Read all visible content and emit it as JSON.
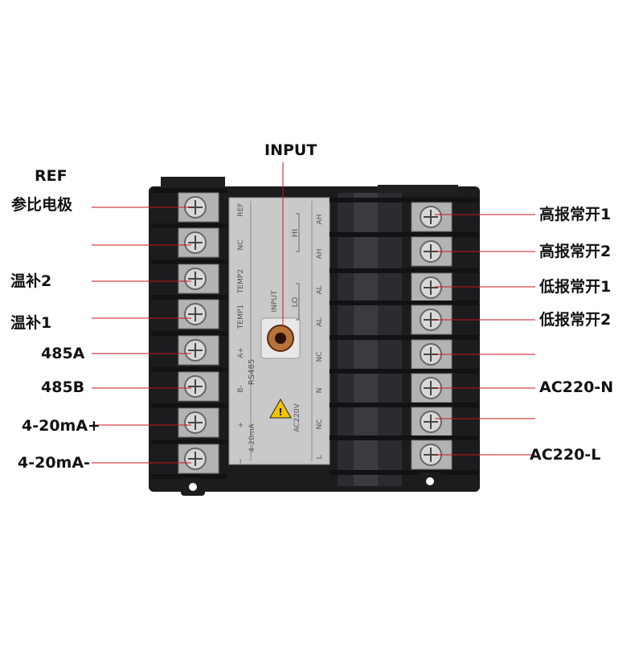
{
  "top_label": "INPUT",
  "left_labels": [
    "REF",
    "参比电极",
    "",
    "温补2",
    "温补1",
    "485A",
    "485B",
    "4-20mA+",
    "4-20mA-"
  ],
  "right_labels": [
    "高报常开1",
    "高报常开2",
    "低报常开1",
    "低报常开2",
    "",
    "AC220-N",
    "",
    "AC220-L"
  ],
  "panel": {
    "left_col": [
      "REF",
      "NC",
      "TEMP2",
      "TEMP1",
      "A+",
      "B-",
      "+",
      "−"
    ],
    "right_col": [
      "AH",
      "AH",
      "AL",
      "AL",
      "NC",
      "N",
      "NC",
      "L"
    ],
    "hi": "HI",
    "lo": "LO",
    "input": "INPUT",
    "rs485": "RS485",
    "ma": "4-20mA",
    "ac": "AC220V"
  },
  "colors": {
    "line": "#c8161d",
    "housing": "#1c1c1e",
    "panel": "#c9c9c9"
  }
}
